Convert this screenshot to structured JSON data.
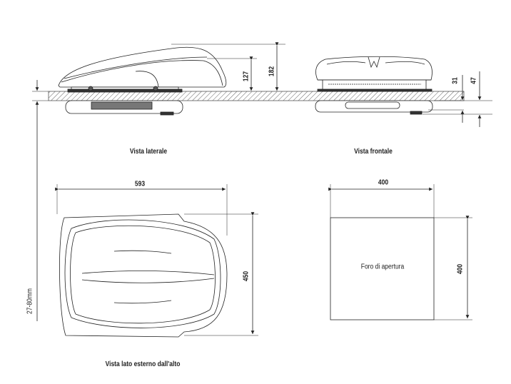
{
  "views": {
    "side": {
      "label": "Vista laterale",
      "dim_inner": "127",
      "dim_outer": "182"
    },
    "front": {
      "label": "Vista frontale",
      "dim_a": "31",
      "dim_b": "47"
    },
    "top": {
      "label": "Vista lato esterno dall'alto",
      "width": "593",
      "depth": "450"
    },
    "opening": {
      "label": "Foro di apertura",
      "width": "400",
      "depth": "400"
    }
  },
  "roof_thickness": "27-80mm"
}
